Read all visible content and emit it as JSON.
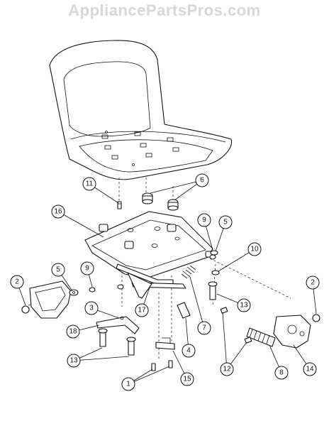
{
  "watermark": "AppliancePartsPros.com",
  "callouts": [
    {
      "id": "11",
      "label": "11"
    },
    {
      "id": "6",
      "label": "6"
    },
    {
      "id": "16",
      "label": "16"
    },
    {
      "id": "9a",
      "label": "9"
    },
    {
      "id": "5a",
      "label": "5"
    },
    {
      "id": "10",
      "label": "10"
    },
    {
      "id": "5b",
      "label": "5"
    },
    {
      "id": "9b",
      "label": "9"
    },
    {
      "id": "2a",
      "label": "2"
    },
    {
      "id": "2b",
      "label": "2"
    },
    {
      "id": "3",
      "label": "3"
    },
    {
      "id": "17",
      "label": "17"
    },
    {
      "id": "13a",
      "label": "13"
    },
    {
      "id": "7",
      "label": "7"
    },
    {
      "id": "18",
      "label": "18"
    },
    {
      "id": "4",
      "label": "4"
    },
    {
      "id": "13b",
      "label": "13"
    },
    {
      "id": "12",
      "label": "12"
    },
    {
      "id": "8",
      "label": "8"
    },
    {
      "id": "14",
      "label": "14"
    },
    {
      "id": "15",
      "label": "15"
    },
    {
      "id": "1",
      "label": "1"
    }
  ]
}
